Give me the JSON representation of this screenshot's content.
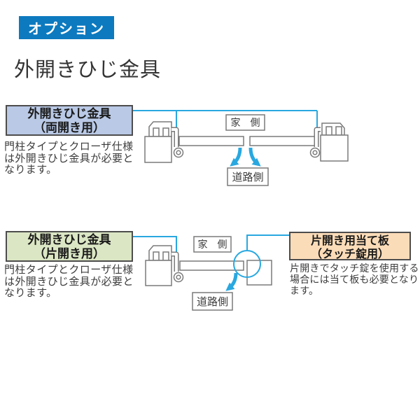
{
  "badge": {
    "label": "オプション"
  },
  "page_title": "外開きひじ金具",
  "colors": {
    "badge_bg": "#0d7abf",
    "diagram_line_blue": "#29a8e0",
    "double_swing_box_bg": "#b9c9e6",
    "single_swing_box_bg": "#dbe6c4",
    "plate_box_bg": "#fbdcb8",
    "label_box_border": "#4d4d4d",
    "outline_gray": "#7a7a7a"
  },
  "section_double": {
    "label_line1": "外開きひじ金具",
    "label_line2": "（両開き用）",
    "desc_line1": "門柱タイプとクローザ仕様",
    "desc_line2": "は外開きひじ金具が必要と",
    "desc_line3": "なります。",
    "house_side_label": "家　側",
    "road_side_label": "道路側"
  },
  "section_single": {
    "label_line1": "外開きひじ金具",
    "label_line2": "（片開き用）",
    "desc_line1": "門柱タイプとクローザ仕様",
    "desc_line2": "は外開きひじ金具が必要と",
    "desc_line3": "なります。",
    "house_side_label": "家　側",
    "road_side_label": "道路側",
    "plate_label_line1": "片開き用当て板",
    "plate_label_line2": "（タッチ錠用）",
    "plate_desc_line1": "片開きでタッチ錠を使用する",
    "plate_desc_line2": "場合には当て板も必要となり",
    "plate_desc_line3": "ます。"
  }
}
